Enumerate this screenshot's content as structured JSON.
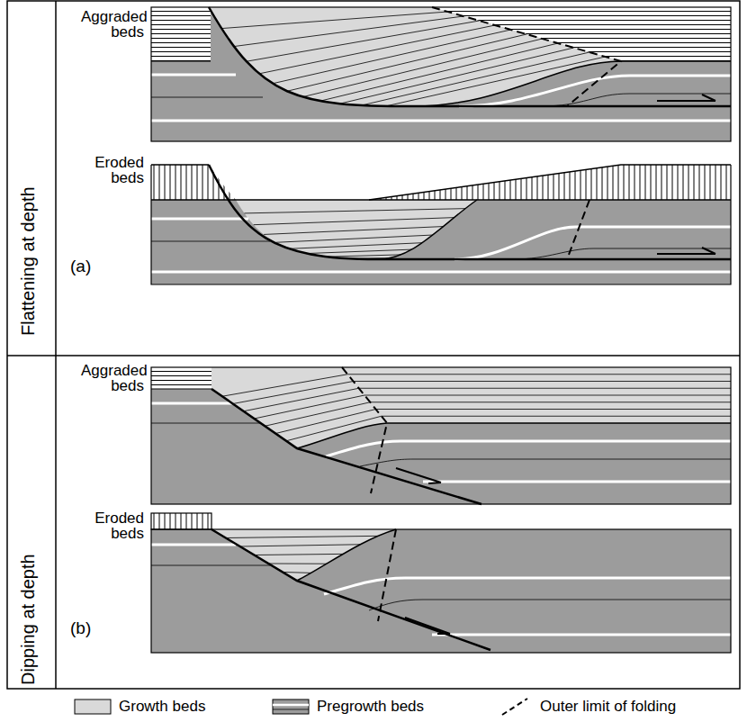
{
  "diagram": {
    "labels": [
      "Flattening at depth",
      "Aggraded beds",
      "Eroded beds",
      "(a)",
      "Dipping at depth",
      "Aggraded beds",
      "Eroded beds",
      "(b)"
    ],
    "legend": [
      {
        "text": "Growth beds",
        "color": "#d9d9d9"
      },
      {
        "text": "Pregrowth beds"
      },
      {
        "text": "Outer limit of folding"
      }
    ]
  }
}
